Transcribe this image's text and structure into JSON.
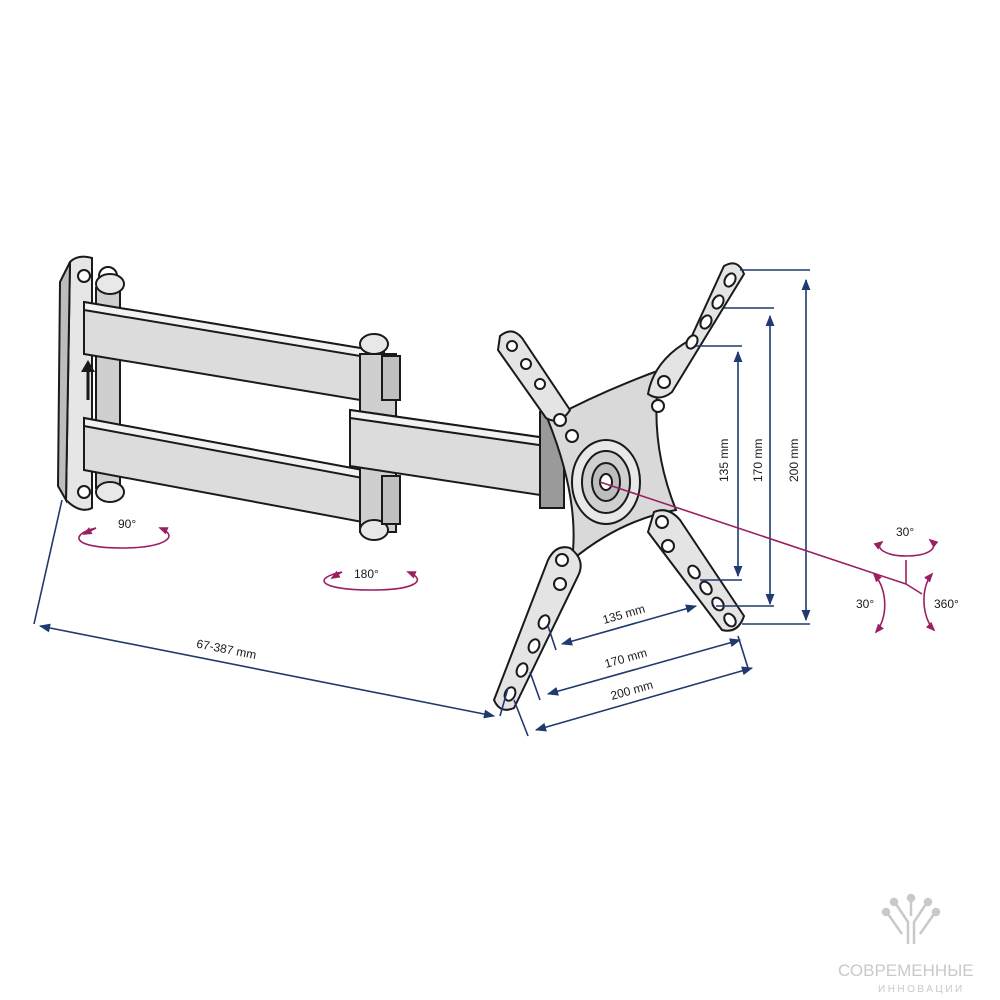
{
  "colors": {
    "dimension": "#1f3a6e",
    "rotation": "#9b1f63",
    "outline": "#1a1a1a",
    "arm_fill": "#d6d6d6",
    "arm_shade": "#9a9a9a",
    "watermark": "#c9c9c9"
  },
  "rotations": {
    "wall_swivel": "90°",
    "elbow_swivel": "180°",
    "tilt_top": "30°",
    "tilt_side": "30°",
    "rotate": "360°"
  },
  "dimensions": {
    "arm_extension": "67-387 mm",
    "vertical_small": "135 mm",
    "vertical_medium": "170 mm",
    "vertical_large": "200 mm",
    "horizontal_small": "135 mm",
    "horizontal_medium": "170 mm",
    "horizontal_large": "200 mm"
  },
  "watermark": {
    "line1": "СОВРЕМЕННЫЕ",
    "line2": "ИННОВАЦИИ",
    "icon": "circuit-logo-icon"
  }
}
